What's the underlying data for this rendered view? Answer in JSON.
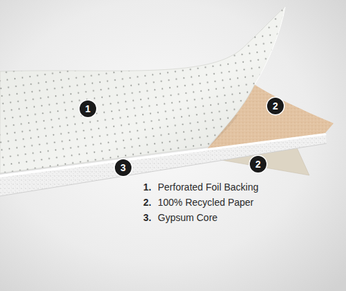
{
  "diagram": {
    "labels": [
      "1",
      "2",
      "3",
      "2",
      "1.",
      "Perforated Foil Backing",
      "2.",
      "100% Recycled Paper",
      "3.",
      "Gypsum Core"
    ]
  }
}
